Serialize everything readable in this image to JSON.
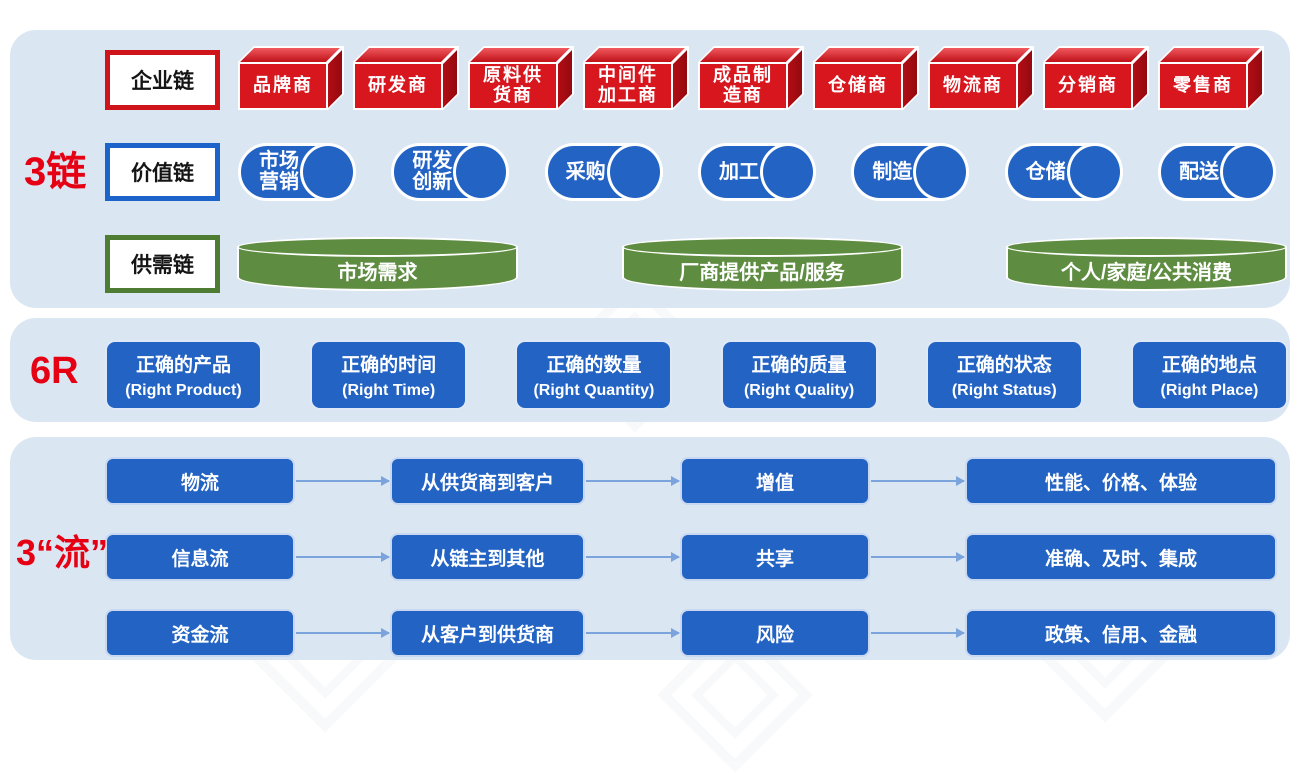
{
  "colors": {
    "accent_red": "#e60013",
    "box_red": "#d8161e",
    "accent_blue": "#2263c4",
    "accent_green": "#5e8c41",
    "panel_bg": "#dbe6f3",
    "arrow": "#7ba3dc"
  },
  "chains": {
    "section_label": "3链",
    "enterprise": {
      "label": "企业链",
      "items": [
        "品牌商",
        "研发商",
        "原料供\n货商",
        "中间件\n加工商",
        "成品制\n造商",
        "仓储商",
        "物流商",
        "分销商",
        "零售商"
      ]
    },
    "value": {
      "label": "价值链",
      "items": [
        "市场\n营销",
        "研发\n创新",
        "采购",
        "加工",
        "制造",
        "仓储",
        "配送"
      ]
    },
    "supply_demand": {
      "label": "供需链",
      "items": [
        "市场需求",
        "厂商提供产品/服务",
        "个人/家庭/公共消费"
      ]
    }
  },
  "six_r": {
    "section_label": "6R",
    "items": [
      {
        "cn": "正确的产品",
        "en": "(Right Product)"
      },
      {
        "cn": "正确的时间",
        "en": "(Right Time)"
      },
      {
        "cn": "正确的数量",
        "en": "(Right Quantity)"
      },
      {
        "cn": "正确的质量",
        "en": "(Right Quality)"
      },
      {
        "cn": "正确的状态",
        "en": "(Right Status)"
      },
      {
        "cn": "正确的地点",
        "en": "(Right Place)"
      }
    ]
  },
  "flows": {
    "section_label": "3“流”",
    "rows": [
      {
        "c1": "物流",
        "c2": "从供货商到客户",
        "c3": "增值",
        "c4": "性能、价格、体验"
      },
      {
        "c1": "信息流",
        "c2": "从链主到其他",
        "c3": "共享",
        "c4": "准确、及时、集成"
      },
      {
        "c1": "资金流",
        "c2": "从客户到供货商",
        "c3": "风险",
        "c4": "政策、信用、金融"
      }
    ]
  }
}
